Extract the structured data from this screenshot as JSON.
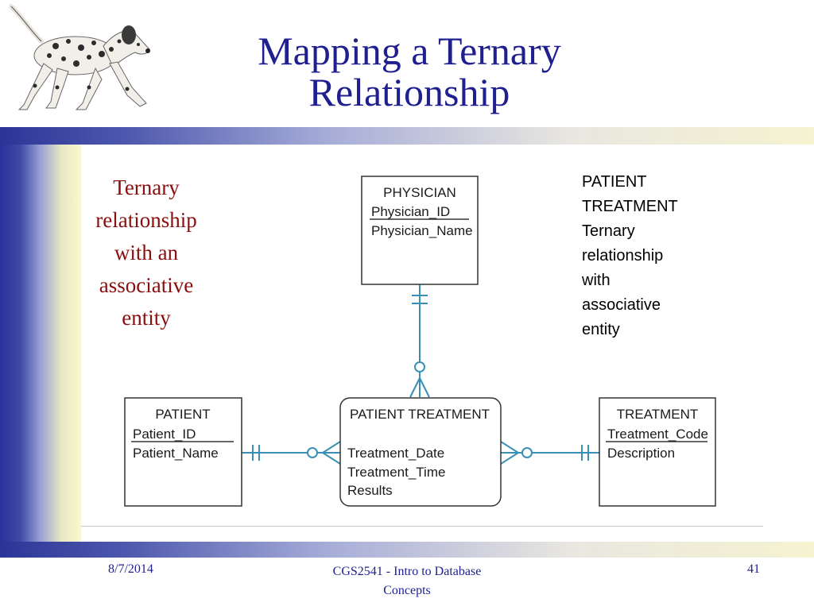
{
  "slide": {
    "title_line1": "Mapping a Ternary",
    "title_line2": "Relationship",
    "caption_left": [
      "Ternary",
      "relationship",
      "with an",
      "associative",
      "entity"
    ],
    "caption_right": [
      "PATIENT",
      "TREATMENT",
      "Ternary",
      "relationship",
      "with",
      "associative",
      "entity"
    ],
    "logo_icon": "dalmatian-dog-icon"
  },
  "diagram": {
    "line_color": "#3a8fb6",
    "entities": {
      "physician": {
        "name": "PHYSICIAN",
        "key": "Physician_ID",
        "attrs": [
          "Physician_Name"
        ]
      },
      "patient": {
        "name": "PATIENT",
        "key": "Patient_ID",
        "attrs": [
          "Patient_Name"
        ]
      },
      "patient_treatment": {
        "name": "PATIENT TREATMENT",
        "attrs": [
          "Treatment_Date",
          "Treatment_Time",
          "Results"
        ]
      },
      "treatment": {
        "name": "TREATMENT",
        "key": "Treatment_Code",
        "attrs": [
          "Description"
        ]
      }
    },
    "relationships": [
      {
        "from": "physician",
        "to": "patient_treatment",
        "from_cardinality": "one-and-only-one",
        "to_cardinality": "zero-or-many"
      },
      {
        "from": "patient",
        "to": "patient_treatment",
        "from_cardinality": "one-and-only-one",
        "to_cardinality": "zero-or-many"
      },
      {
        "from": "treatment",
        "to": "patient_treatment",
        "from_cardinality": "one-and-only-one",
        "to_cardinality": "zero-or-many"
      }
    ]
  },
  "footer": {
    "date": "8/7/2014",
    "course_line1": "CGS2541 - Intro to Database",
    "course_line2": "Concepts",
    "page_number": "41"
  }
}
